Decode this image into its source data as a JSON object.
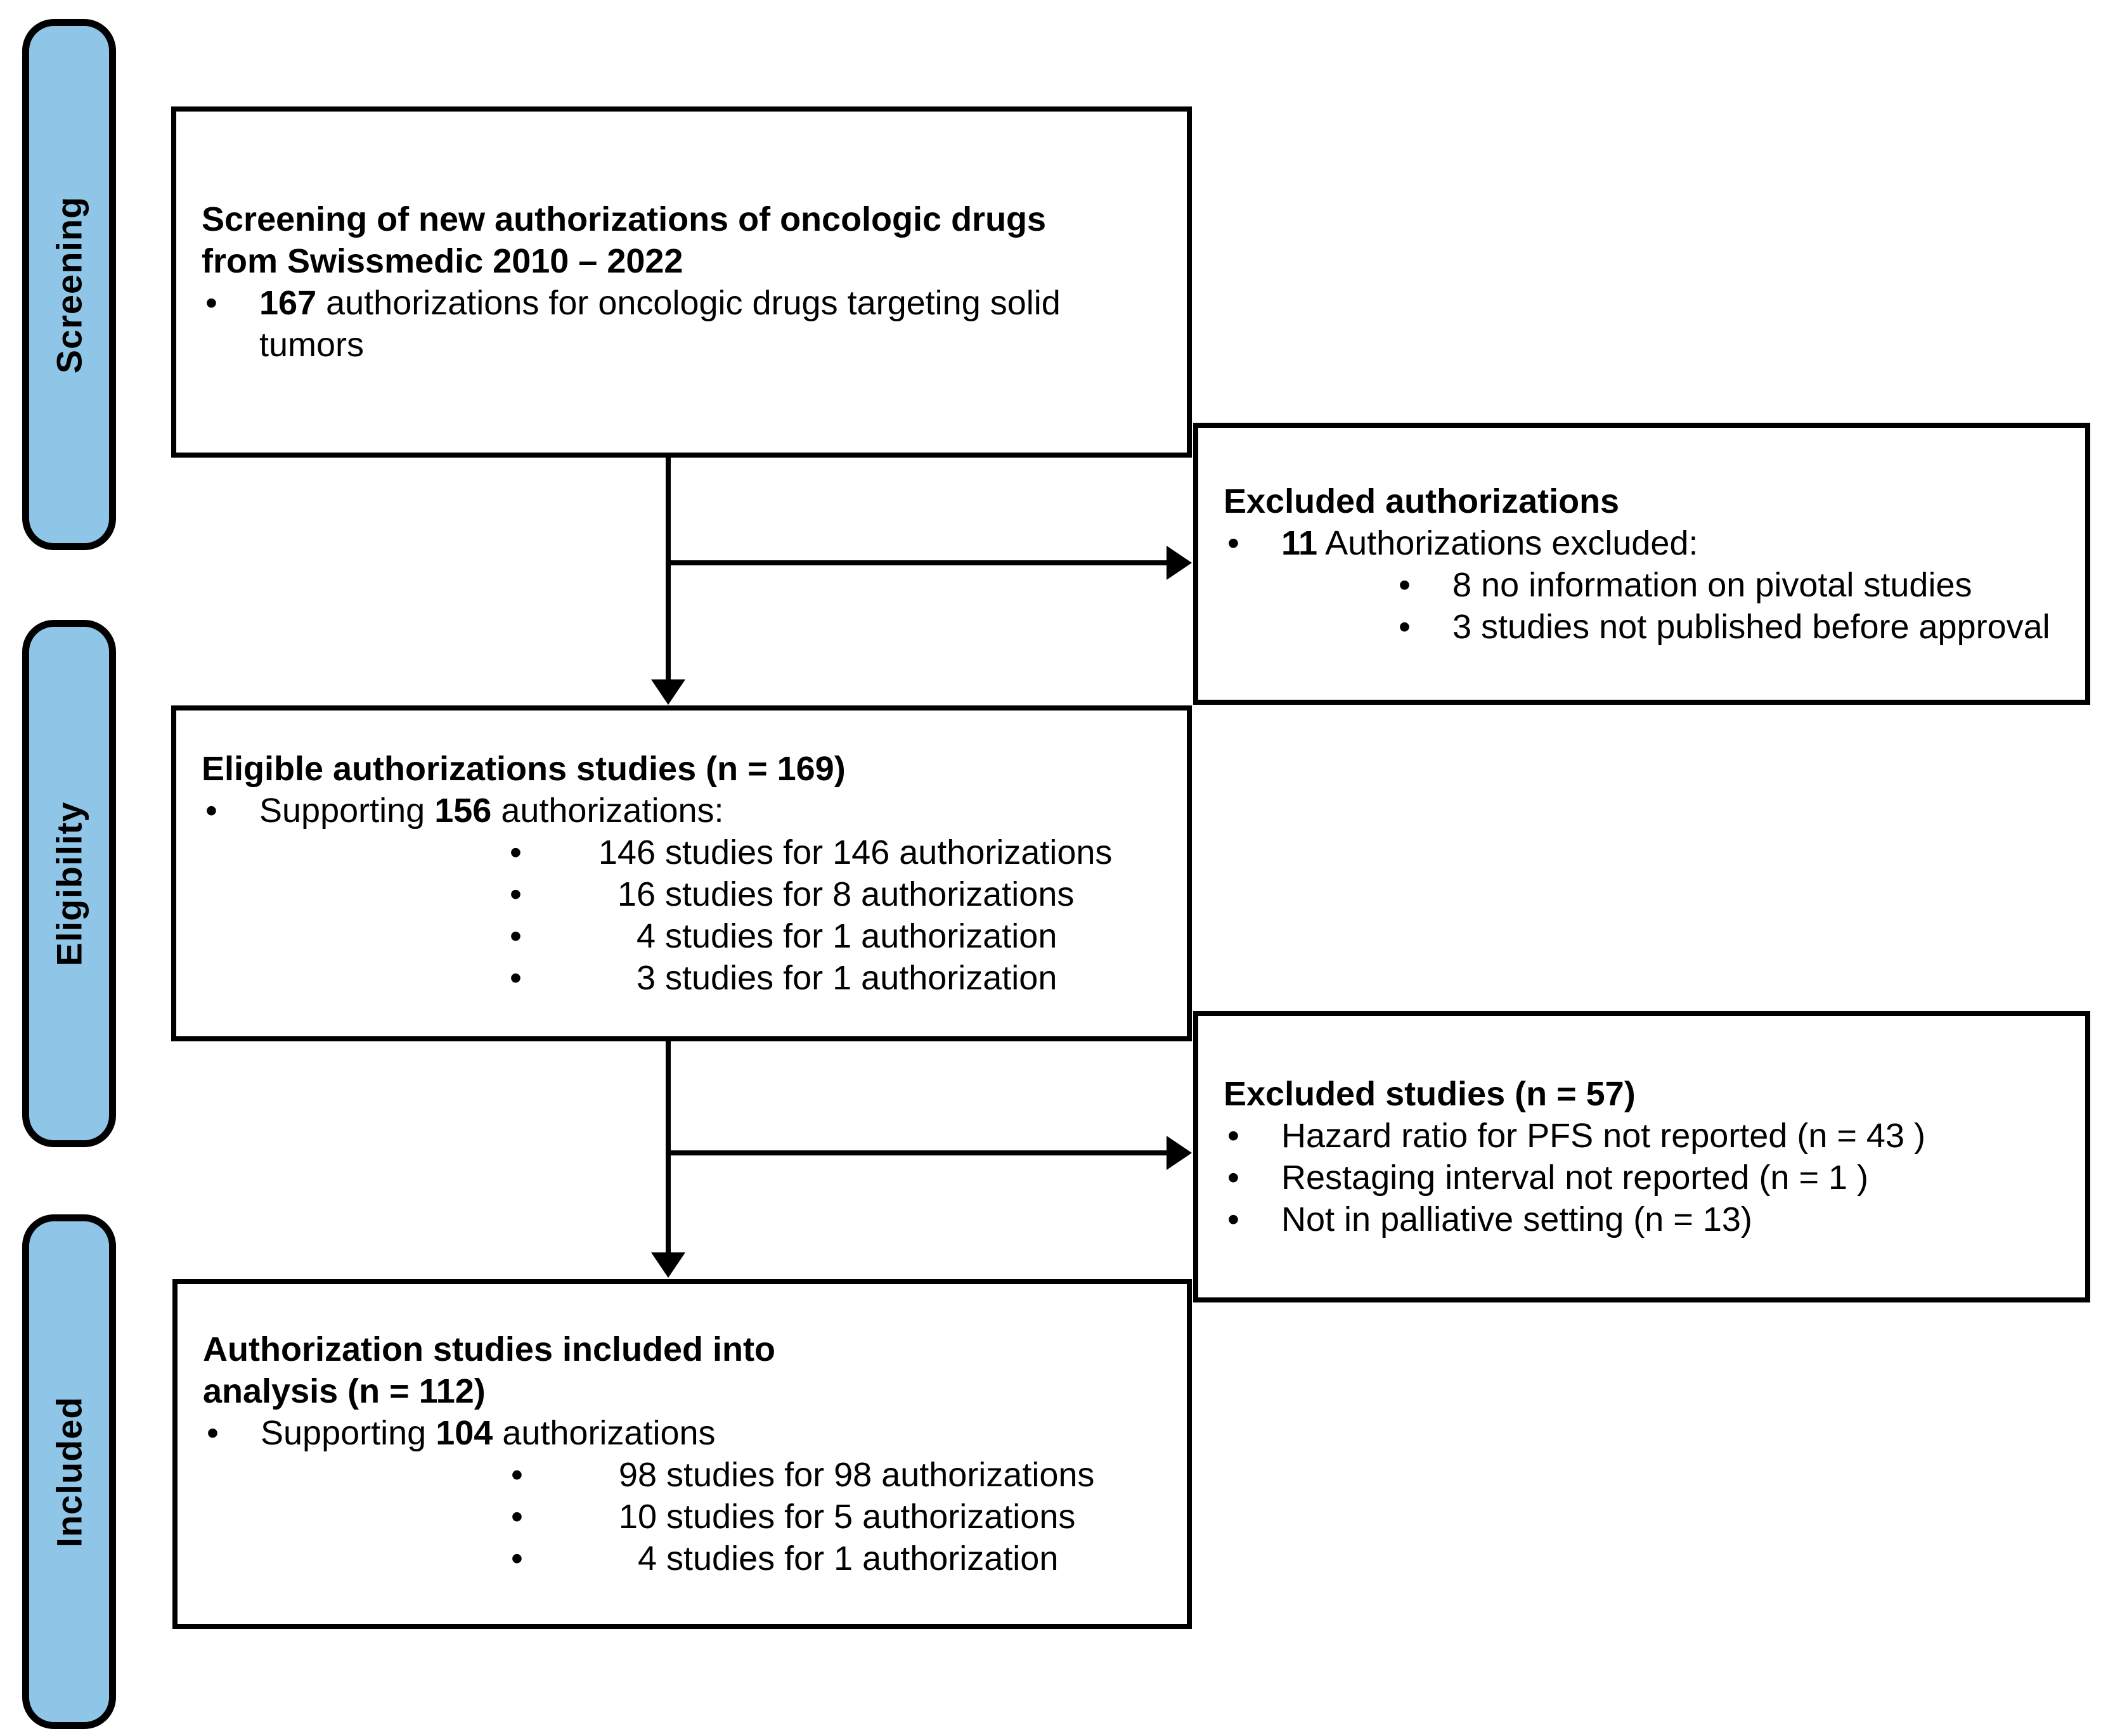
{
  "colors": {
    "stage_fill": "#8FC6E8",
    "border": "#000000",
    "background": "#FFFFFF"
  },
  "stages": [
    {
      "label": "Screening"
    },
    {
      "label": "Eligibility"
    },
    {
      "label": "Included"
    }
  ],
  "screening_box": {
    "title": [
      "Screening of new authorizations of oncologic drugs",
      "from Swissmedic 2010 – 2022"
    ],
    "item_num": "167",
    "item_text": " authorizations for oncologic drugs targeting solid",
    "item_text2": "tumors"
  },
  "excluded_auth_box": {
    "title": "Excluded authorizations",
    "item_num": "11",
    "item_post": " Authorizations excluded:",
    "subs": [
      "8 no information on pivotal studies",
      "3 studies not published before approval"
    ]
  },
  "eligible_box": {
    "title": "Eligible authorizations studies (n = 169)",
    "item_pre": "Supporting ",
    "item_num": "156",
    "item_post": " authorizations:",
    "subs": [
      {
        "num": "146",
        "text": " studies for 146 authorizations"
      },
      {
        "num": "16",
        "text": " studies for 8 authorizations"
      },
      {
        "num": "4",
        "text": " studies for 1 authorization"
      },
      {
        "num": "3",
        "text": " studies for 1 authorization"
      }
    ]
  },
  "excluded_studies_box": {
    "title": "Excluded studies (n = 57)",
    "items": [
      "Hazard ratio for PFS not reported (n = 43 )",
      "Restaging interval not reported (n = 1 )",
      "Not in palliative setting (n = 13)"
    ]
  },
  "included_box": {
    "title": [
      "Authorization studies included into",
      "analysis (n = 112)"
    ],
    "item_pre": "Supporting ",
    "item_num": "104",
    "item_post": " authorizations",
    "subs": [
      {
        "num": "98",
        "text": " studies for 98 authorizations"
      },
      {
        "num": "10",
        "text": " studies for 5 authorizations"
      },
      {
        "num": "4",
        "text": " studies for 1 authorization"
      }
    ]
  }
}
